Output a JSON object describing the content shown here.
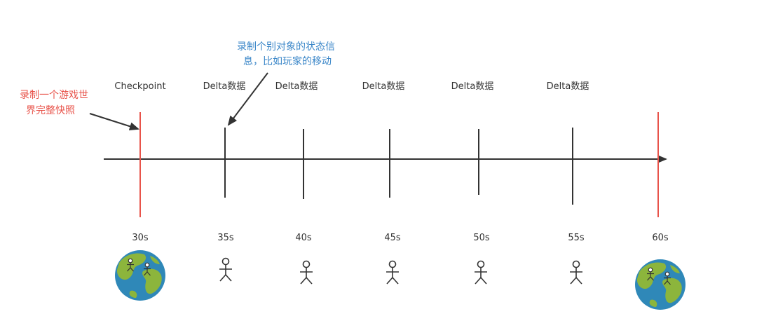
{
  "notes": {
    "left": {
      "line1": "录制一个游戏世",
      "line2": "界完整快照"
    },
    "top": {
      "line1": "录制个别对象的状态信",
      "line2": "息，比如玩家的移动"
    }
  },
  "markers": [
    {
      "label": "Checkpoint",
      "time": "30s",
      "kind": "checkpoint",
      "icon": "earth-with-players-icon"
    },
    {
      "label": "Delta数据",
      "time": "35s",
      "kind": "delta",
      "icon": "stick-figure-icon"
    },
    {
      "label": "Delta数据",
      "time": "40s",
      "kind": "delta",
      "icon": "stick-figure-icon"
    },
    {
      "label": "Delta数据",
      "time": "45s",
      "kind": "delta",
      "icon": "stick-figure-icon"
    },
    {
      "label": "Delta数据",
      "time": "50s",
      "kind": "delta",
      "icon": "stick-figure-icon"
    },
    {
      "label": "Delta数据",
      "time": "55s",
      "kind": "delta",
      "icon": "stick-figure-icon"
    },
    {
      "label": "",
      "time": "60s",
      "kind": "checkpoint",
      "icon": "earth-with-players-icon"
    }
  ],
  "colors": {
    "axis": "#333333",
    "checkpoint_line": "#e8534a",
    "note_red": "#e8534a",
    "note_blue": "#3a86c8",
    "ocean": "#2f88b8",
    "land": "#8cb53c"
  }
}
